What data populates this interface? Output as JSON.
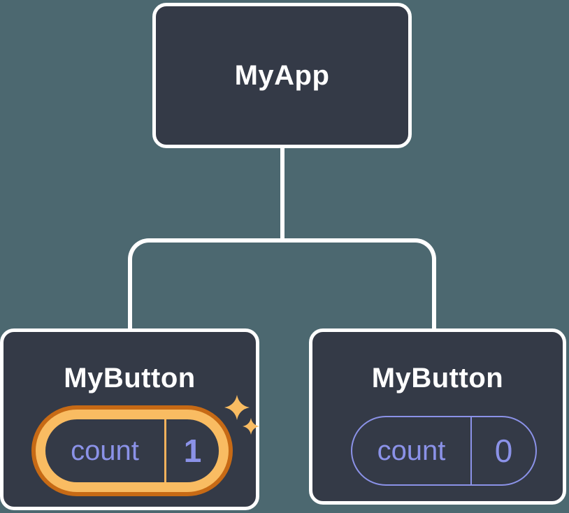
{
  "colors": {
    "background": "#4c6870",
    "node_background": "#343a47",
    "node_border": "#ffffff",
    "connector": "#ffffff",
    "text_primary": "#ffffff",
    "accent_purple": "#8b92e8",
    "highlight_orange_dark": "#c76a15",
    "highlight_orange_light": "#f9bc62",
    "divider_gold": "#f5b25c"
  },
  "icons": {
    "sparkles": "two four-point sparkle stars marking updated state"
  },
  "tree": {
    "root": {
      "label": "MyApp"
    },
    "children": [
      {
        "label": "MyButton",
        "state_name": "count",
        "state_value": "1",
        "highlighted": true
      },
      {
        "label": "MyButton",
        "state_name": "count",
        "state_value": "0",
        "highlighted": false
      }
    ]
  }
}
